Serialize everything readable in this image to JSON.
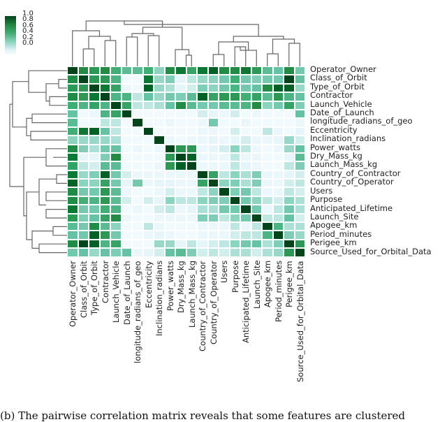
{
  "caption": "(b) The pairwise correlation matrix reveals that some features are clustered",
  "chart_data": {
    "type": "heatmap",
    "title": "",
    "colorbar": {
      "ticks": [
        "1.0",
        "0.8",
        "0.6",
        "0.4",
        "0.2",
        "0.0"
      ],
      "range": [
        0,
        1
      ],
      "colormap": "BuGn"
    },
    "labels": [
      "Operator_Owner",
      "Class_of_Orbit",
      "Type_of_Orbit",
      "Contractor",
      "Launch_Vehicle",
      "Date_of_Launch",
      "longitude_radians_of_geo",
      "Eccentricity",
      "Inclination_radians",
      "Power_watts",
      "Dry_Mass_kg",
      "Launch_Mass_kg",
      "Country_of_Contractor",
      "Country_of_Operator",
      "Users",
      "Purpose",
      "Anticipated_Lifetime",
      "Launch_Site",
      "Apogee_km",
      "Period_minutes",
      "Perigee_km",
      "Source_Used_for_Orbital_Data"
    ],
    "matrix": [
      [
        1.0,
        0.85,
        0.8,
        0.85,
        0.7,
        0.6,
        0.6,
        0.7,
        0.4,
        0.85,
        0.9,
        0.75,
        0.9,
        0.95,
        0.85,
        0.85,
        0.9,
        0.8,
        0.6,
        0.55,
        0.85,
        0.5
      ],
      [
        0.85,
        1.0,
        0.8,
        0.8,
        0.65,
        0.05,
        0.05,
        0.9,
        0.35,
        0.45,
        0.15,
        0.25,
        0.35,
        0.4,
        0.5,
        0.7,
        0.5,
        0.45,
        0.5,
        0.5,
        1.0,
        0.55
      ],
      [
        0.8,
        0.8,
        1.0,
        0.9,
        0.75,
        0.1,
        0.05,
        0.95,
        0.35,
        0.3,
        0.15,
        0.2,
        0.45,
        0.4,
        0.5,
        0.65,
        0.5,
        0.55,
        0.85,
        0.95,
        0.95,
        0.35
      ],
      [
        0.85,
        0.8,
        0.9,
        1.0,
        0.65,
        0.65,
        0.25,
        0.55,
        0.35,
        0.5,
        0.45,
        0.6,
        0.95,
        0.75,
        0.8,
        0.8,
        0.7,
        0.75,
        0.6,
        0.8,
        0.65,
        0.55
      ],
      [
        0.7,
        0.65,
        0.75,
        0.65,
        1.0,
        0.75,
        0.25,
        0.25,
        0.3,
        0.55,
        0.85,
        0.6,
        0.5,
        0.5,
        0.6,
        0.6,
        0.65,
        0.85,
        0.4,
        0.5,
        0.75,
        0.45
      ],
      [
        0.55,
        0.05,
        0.1,
        0.65,
        0.75,
        1.0,
        0.05,
        0.05,
        0.05,
        0.05,
        0.05,
        0.05,
        0.2,
        0.15,
        0.1,
        0.2,
        0.05,
        0.1,
        0.05,
        0.05,
        0.05,
        0.55
      ],
      [
        0.6,
        0.05,
        0.05,
        0.25,
        0.25,
        0.05,
        1.0,
        0.05,
        0.05,
        0.1,
        0.05,
        0.05,
        0.1,
        0.5,
        0.05,
        0.05,
        0.1,
        0.05,
        0.05,
        0.05,
        0.05,
        0.1
      ],
      [
        0.7,
        0.9,
        0.95,
        0.55,
        0.25,
        0.05,
        0.05,
        1.0,
        0.05,
        0.05,
        0.05,
        0.05,
        0.1,
        0.1,
        0.05,
        0.2,
        0.05,
        0.05,
        0.25,
        0.1,
        0.05,
        0.15
      ],
      [
        0.4,
        0.35,
        0.35,
        0.35,
        0.3,
        0.05,
        0.05,
        0.05,
        1.0,
        0.1,
        0.05,
        0.1,
        0.1,
        0.15,
        0.1,
        0.15,
        0.2,
        0.1,
        0.1,
        0.15,
        0.35,
        0.2
      ],
      [
        0.85,
        0.45,
        0.3,
        0.5,
        0.55,
        0.05,
        0.1,
        0.05,
        0.1,
        1.0,
        0.8,
        0.8,
        0.1,
        0.15,
        0.2,
        0.4,
        0.25,
        0.1,
        0.05,
        0.1,
        0.35,
        0.55
      ],
      [
        0.9,
        0.15,
        0.15,
        0.45,
        0.85,
        0.05,
        0.05,
        0.05,
        0.05,
        0.8,
        1.0,
        0.95,
        0.1,
        0.1,
        0.1,
        0.25,
        0.1,
        0.1,
        0.05,
        0.05,
        0.15,
        0.6
      ],
      [
        0.75,
        0.25,
        0.2,
        0.6,
        0.6,
        0.05,
        0.05,
        0.05,
        0.1,
        0.8,
        0.95,
        1.0,
        0.1,
        0.1,
        0.1,
        0.25,
        0.15,
        0.1,
        0.05,
        0.05,
        0.25,
        0.45
      ],
      [
        0.9,
        0.35,
        0.45,
        0.95,
        0.5,
        0.2,
        0.1,
        0.1,
        0.1,
        0.1,
        0.1,
        0.1,
        1.0,
        0.75,
        0.25,
        0.4,
        0.3,
        0.45,
        0.1,
        0.1,
        0.15,
        0.2
      ],
      [
        0.95,
        0.4,
        0.4,
        0.75,
        0.5,
        0.15,
        0.5,
        0.1,
        0.15,
        0.15,
        0.1,
        0.1,
        0.75,
        1.0,
        0.4,
        0.45,
        0.3,
        0.45,
        0.1,
        0.1,
        0.2,
        0.25
      ],
      [
        0.85,
        0.5,
        0.5,
        0.8,
        0.6,
        0.1,
        0.05,
        0.05,
        0.1,
        0.2,
        0.1,
        0.1,
        0.25,
        0.4,
        1.0,
        0.45,
        0.5,
        0.25,
        0.1,
        0.1,
        0.25,
        0.2
      ],
      [
        0.85,
        0.7,
        0.65,
        0.8,
        0.6,
        0.2,
        0.05,
        0.2,
        0.15,
        0.4,
        0.25,
        0.25,
        0.4,
        0.45,
        0.45,
        1.0,
        0.5,
        0.4,
        0.25,
        0.2,
        0.4,
        0.3
      ],
      [
        0.9,
        0.5,
        0.5,
        0.7,
        0.65,
        0.05,
        0.1,
        0.05,
        0.2,
        0.25,
        0.1,
        0.15,
        0.3,
        0.3,
        0.5,
        0.5,
        1.0,
        0.5,
        0.1,
        0.25,
        0.5,
        0.3
      ],
      [
        0.8,
        0.45,
        0.55,
        0.75,
        0.85,
        0.1,
        0.05,
        0.05,
        0.1,
        0.1,
        0.1,
        0.1,
        0.45,
        0.45,
        0.25,
        0.4,
        0.5,
        1.0,
        0.25,
        0.25,
        0.55,
        0.2
      ],
      [
        0.6,
        0.5,
        0.85,
        0.6,
        0.4,
        0.05,
        0.05,
        0.25,
        0.1,
        0.05,
        0.05,
        0.05,
        0.1,
        0.1,
        0.1,
        0.25,
        0.1,
        0.25,
        1.0,
        0.65,
        0.3,
        0.3
      ],
      [
        0.55,
        0.5,
        0.95,
        0.8,
        0.5,
        0.05,
        0.05,
        0.1,
        0.15,
        0.1,
        0.05,
        0.05,
        0.1,
        0.1,
        0.1,
        0.2,
        0.25,
        0.25,
        0.65,
        1.0,
        0.45,
        0.35
      ],
      [
        0.85,
        1.0,
        0.95,
        0.65,
        0.75,
        0.05,
        0.05,
        0.05,
        0.35,
        0.35,
        0.15,
        0.25,
        0.15,
        0.2,
        0.25,
        0.4,
        0.5,
        0.55,
        0.3,
        0.45,
        1.0,
        0.8
      ],
      [
        0.5,
        0.55,
        0.35,
        0.55,
        0.45,
        0.55,
        0.1,
        0.15,
        0.2,
        0.55,
        0.6,
        0.45,
        0.2,
        0.25,
        0.2,
        0.3,
        0.3,
        0.2,
        0.3,
        0.35,
        0.8,
        1.0
      ]
    ],
    "dendrogram": "hierarchical clustering on both rows and columns (symmetric)"
  }
}
